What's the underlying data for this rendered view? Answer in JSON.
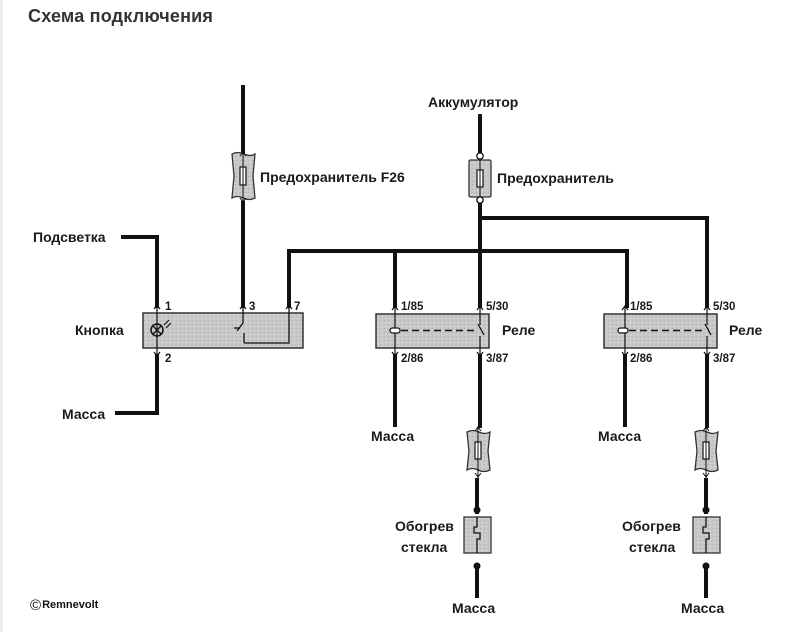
{
  "page": {
    "title": "Схема подключения"
  },
  "diagram": {
    "button": {
      "label": "Кнопка",
      "pins": [
        "1",
        "2",
        "3",
        "7"
      ]
    },
    "labels": {
      "backlight": "Подсветка",
      "ground_button": "Масса",
      "fuse_f26": "Предохранитель F26",
      "battery": "Аккумулятор",
      "fuse_main": "Предохранитель"
    },
    "relays": [
      {
        "label": "Реле",
        "pins": {
          "coil_in": "1/85",
          "coil_out": "2/86",
          "switch_in": "5/30",
          "switch_out": "3/87"
        },
        "ground_label": "Масса",
        "heater_label_line1": "Обогрев",
        "heater_label_line2": "стекла",
        "heater_ground_label": "Масса"
      },
      {
        "label": "Реле",
        "pins": {
          "coil_in": "1/85",
          "coil_out": "2/86",
          "switch_in": "5/30",
          "switch_out": "3/87"
        },
        "ground_label": "Масса",
        "heater_label_line1": "Обогрев",
        "heater_label_line2": "стекла",
        "heater_ground_label": "Масса"
      }
    ],
    "colors": {
      "wire": "#111111",
      "component_fill": "#c8c8c8",
      "component_border": "#333333"
    }
  },
  "footer": {
    "copyright_symbol": "©",
    "copyright_text": "Remnevolt"
  }
}
